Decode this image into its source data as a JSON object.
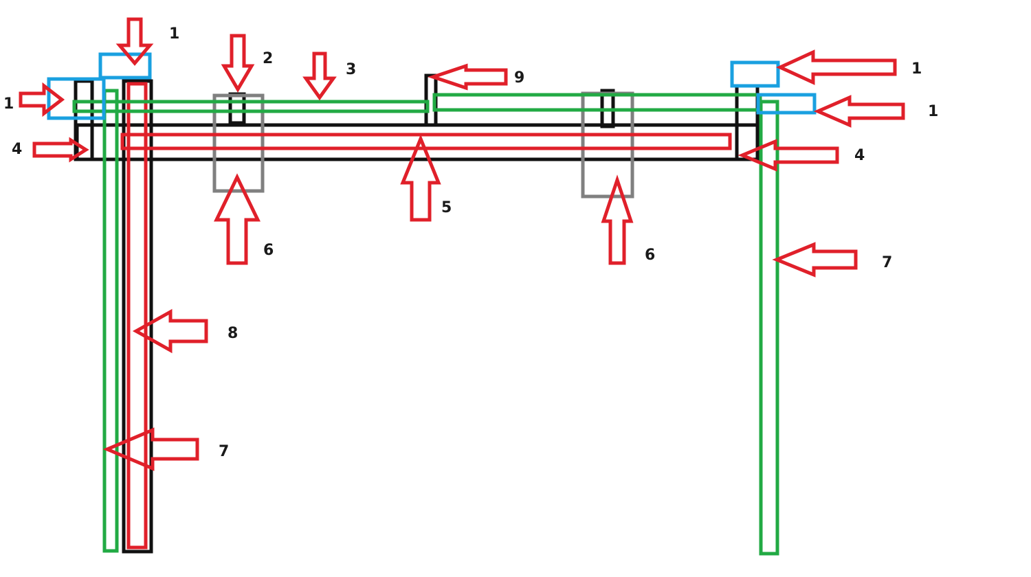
{
  "colors": {
    "frame": "#111111",
    "pipe_red": "#e0202a",
    "pipe_green": "#22aa44",
    "fitting_blue": "#1aa0e0",
    "bracket_gray": "#808080",
    "arrow": "#e0202a"
  },
  "callouts": {
    "c1_top": "1",
    "c1_left": "1",
    "c1_right_top": "1",
    "c1_right_mid": "1",
    "c2": "2",
    "c3": "3",
    "c4_left": "4",
    "c4_right": "4",
    "c5": "5",
    "c6_left": "6",
    "c6_right": "6",
    "c7_right": "7",
    "c7_left": "7",
    "c8": "8",
    "c9": "9"
  }
}
